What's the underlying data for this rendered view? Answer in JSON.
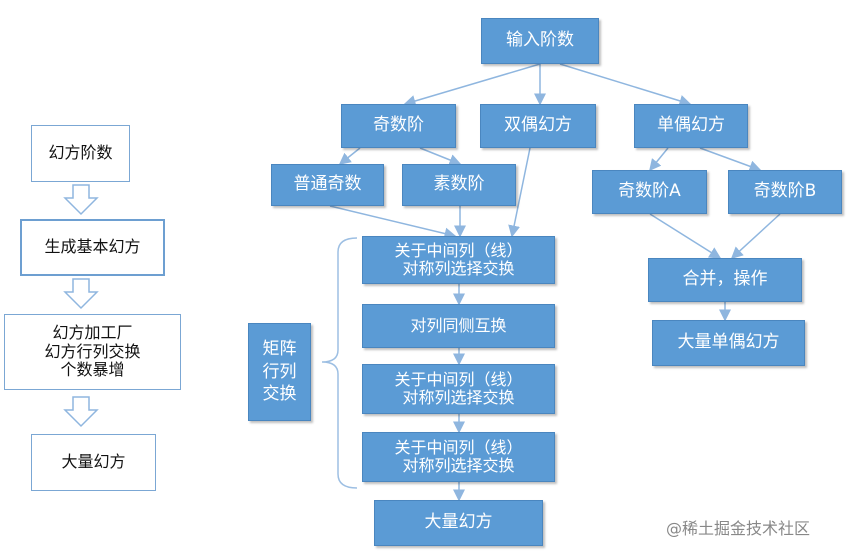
{
  "left_flow": {
    "step1": "幻方阶数",
    "step2": "生成基本幻方",
    "step3_line1": "幻方加工厂",
    "step3_line2": "幻方行列交换",
    "step3_line3": "个数暴增",
    "step4": "大量幻方"
  },
  "tree": {
    "root": "输入阶数",
    "odd": "奇数阶",
    "double_even": "双偶幻方",
    "single_even": "单偶幻方",
    "normal_odd": "普通奇数",
    "prime": "素数阶",
    "odd_a": "奇数阶A",
    "odd_b": "奇数阶B",
    "merge": "合并，操作",
    "many_single_even": "大量单偶幻方"
  },
  "middle_flow": {
    "step1_line1": "关于中间列（线）",
    "step1_line2": "对称列选择交换",
    "step2": "对列同侧互换",
    "step3_line1": "关于中间列（线）",
    "step3_line2": "对称列选择交换",
    "step4_line1": "关于中间列（线）",
    "step4_line2": "对称列选择交换",
    "result": "大量幻方"
  },
  "matrix_label": {
    "line1": "矩阵",
    "line2": "行列",
    "line3": "交换"
  },
  "watermark": "@稀土掘金技术社区",
  "colors": {
    "node_fill": "#5b9bd5",
    "node_border": "#4a86bf",
    "arrow": "#8fb6df",
    "bracket": "#9dbfe3"
  }
}
